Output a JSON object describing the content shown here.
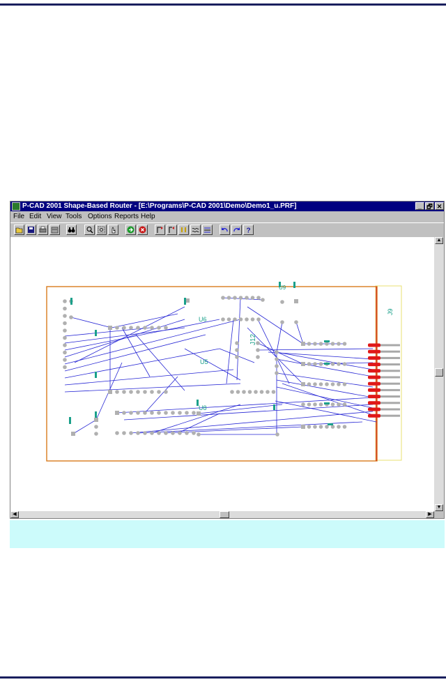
{
  "window": {
    "title": "P-CAD 2001 Shape-Based Router - [E:\\Programs\\P-CAD 2001\\Demo\\Demo1_u.PRF]",
    "controls": {
      "minimize": "_",
      "maximize": "🗗",
      "close": "✕"
    }
  },
  "menu": {
    "items": [
      "File",
      "Edit",
      "View",
      "Tools",
      "Options",
      "Reports",
      "Help"
    ]
  },
  "toolbar": {
    "buttons": [
      {
        "name": "open-icon"
      },
      {
        "name": "save-icon"
      },
      {
        "name": "print-icon"
      },
      {
        "name": "print-setup-icon"
      },
      {
        "name": "binoculars-icon"
      },
      {
        "name": "zoom-icon"
      },
      {
        "name": "zoom-extents-icon"
      },
      {
        "name": "pan-icon"
      },
      {
        "name": "start-route-icon"
      },
      {
        "name": "stop-route-icon"
      },
      {
        "name": "route-net-icon"
      },
      {
        "name": "route-connection-icon"
      },
      {
        "name": "route-component-icon"
      },
      {
        "name": "miter-icon"
      },
      {
        "name": "layers-icon"
      },
      {
        "name": "undo-icon"
      },
      {
        "name": "redo-icon"
      },
      {
        "name": "help-icon"
      }
    ]
  },
  "board": {
    "labels": {
      "u6": "U6",
      "u8": "U8",
      "u9": "U9",
      "u5": "U5",
      "j9": "J9",
      "j12": "J12"
    },
    "colors": {
      "board_outline": "#d97a1c",
      "keepout": "#e8e070",
      "ratsnest": "#2424d4",
      "pad": "#b0b0b0",
      "connector_pad": "#e01818",
      "label": "#1aa08a"
    }
  },
  "status": {
    "text": ""
  }
}
